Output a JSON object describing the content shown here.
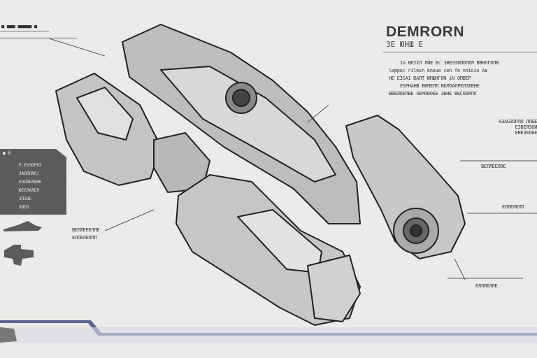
{
  "header": {
    "title": "DEMRORN",
    "subtitle": "ЗЕ ЮНШ Е"
  },
  "top_left_label": "■ ■■■ ■■■■■ ■",
  "description_lines": [
    "Ia BEIIЛ ЛЙЕ Ec  ЗВЕЭЗОПОПЛЛ ВВНОГОПВ",
    "lиррос rilesn knoue cen fe nnioie  Ав",
    "НЕ  ЕЗSA1 DAПТ  ЮПШНГОN iN ОПВЕР",
    "ЕSPНАНВ ВНПЕПЛ ВОЛОАПРЕЛЗЛЕНЕ",
    "ВВЕЛОЕПВЕ  ЗЕМОВОЕЕ  ЗВНЕ  ВЕСОDRПЛ"
  ],
  "spec_lines": [
    "НЗАGЗОРЛЛ ЛЛБЕ",
    "ЕЗВЕЯЗОИ",
    "ЕВЕЗЕОБЕ"
  ],
  "side_panel": {
    "header": "■ Й",
    "rows": [
      "Е.ЕОЗОРЛЗ",
      "ЗАЛЛЛЛЛ/",
      "ЕОЛЛЕЛОНЕ",
      "ЮЕЕЛАЛЕЛ",
      "ЗЛЗОЕ",
      "ЛЛЛЗ"
    ]
  },
  "callouts": [
    "ВЕЛЛЕЕЕЛЛЕ",
    "ЕЛЛЕЛЕЛЛЛ",
    "ВЕЛЛЕЕЛОЕ",
    "ЕЛЛЕЛЕЛЛ",
    "ЕЛЛЛЕЛЛЕ"
  ],
  "colors": {
    "accent_bar": "#5a6690",
    "panel": "#5c5c5c",
    "ink": "#333333"
  }
}
